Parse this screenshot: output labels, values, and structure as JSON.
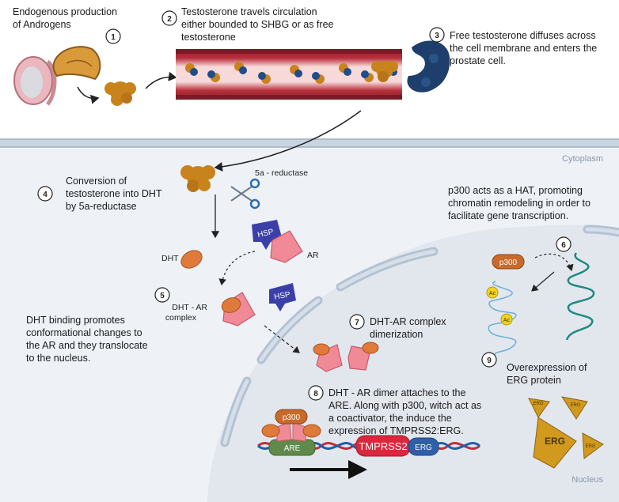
{
  "steps": {
    "s1": {
      "num": "1",
      "lines": [
        "Endogenous production",
        "of Androgens"
      ]
    },
    "s2": {
      "num": "2",
      "lines": [
        "Testosterone travels circulation",
        "either bounded to SHBG or as free",
        "testosterone"
      ]
    },
    "s3": {
      "num": "3",
      "lines": [
        "Free testosterone diffuses across",
        "the cell membrane and enters the",
        "prostate cell."
      ]
    },
    "s4": {
      "num": "4",
      "lines": [
        "Conversion of",
        "testosterone into DHT",
        "by 5a-reductase"
      ]
    },
    "s5": {
      "num": "5",
      "lines": [
        "DHT binding promotes",
        "conformational changes to",
        "the AR and they translocate",
        "to the nucleus."
      ]
    },
    "s6": {
      "num": "6",
      "lines": [
        "p300 acts as a HAT, promoting",
        "chromatin remodeling in order to",
        "facilitate gene transcription."
      ]
    },
    "s7": {
      "num": "7",
      "lines": [
        "DHT-AR complex",
        "dimerization"
      ]
    },
    "s8": {
      "num": "8",
      "lines": [
        "DHT - AR dimer attaches to the",
        "ARE. Along with p300, witch act as",
        "a coactivator, the induce the",
        "expression of TMPRSS2:ERG."
      ]
    },
    "s9": {
      "num": "9",
      "lines": [
        "Overexpression of",
        "ERG protein"
      ]
    }
  },
  "labels": {
    "cytoplasm": "Cytoplasm",
    "nucleus": "Nucleus",
    "reductase": "5a - reductase",
    "dht": "DHT",
    "ar": "AR",
    "hsp1": "HSP",
    "hsp2": "HSP",
    "dht_ar_complex": [
      "DHT - AR",
      "complex"
    ],
    "p300_a": "p300",
    "p300_b": "p300",
    "ac1": "Ac",
    "ac2": "Ac",
    "are": "ARE",
    "tmprss2": "TMPRSS2",
    "erg_gene": "ERG",
    "erg_proteins": [
      "ERG",
      "ERG",
      "ERG",
      "ERG"
    ]
  },
  "colors": {
    "testosterone": "#c8831c",
    "dht": "#e07a3a",
    "ar": "#f08a96",
    "hsp": "#3b3fa8",
    "dna_red": "#c62b3a",
    "dna_blue": "#1f5ea8",
    "erg_protein": "#d19a1e",
    "cell_bg": "#eef2f7",
    "nucleus_bg": "#e3e8ef",
    "membrane": "#b9c7d6"
  }
}
